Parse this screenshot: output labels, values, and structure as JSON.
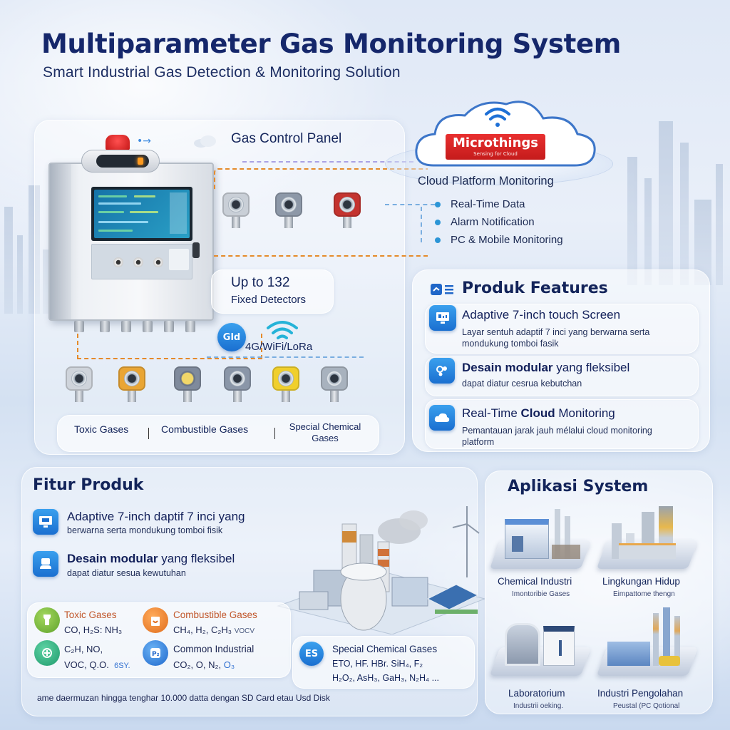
{
  "header": {
    "title": "Multiparameter Gas Monitoring System",
    "subtitle": "Smart Industrial Gas Detection & Monitoring Solution"
  },
  "control_panel": {
    "label": "Gas Control Panel",
    "detector_count_title": "Up to 132",
    "detector_count_sub": "Fixed Detectors",
    "connectivity": "4G/WiFi/LoRa",
    "gas_categories": [
      "Toxic Gases",
      "Combustible Gases",
      "Special Chemical Gases"
    ]
  },
  "cloud": {
    "brand": "Microthings",
    "brand_tagline": "Sensing for Cloud",
    "title": "Cloud Platform Monitoring",
    "bullets": [
      "Real-Time Data",
      "Alarm Notification",
      "PC & Mobile Monitoring"
    ]
  },
  "features_panel": {
    "title": "Produk Features",
    "items": [
      {
        "icon": "touchscreen-icon",
        "title": "Adaptive 7-inch touch Screen",
        "desc": "Layar sentuh adaptif 7 inci yang berwarna serta mondukung tomboi fasik"
      },
      {
        "icon": "modular-icon",
        "title_bold": "Desain modular",
        "title_rest": " yang fleksibel",
        "desc": "dapat diatur cesrua kebutchan"
      },
      {
        "icon": "cloud-icon",
        "title_pre": "Real-Time ",
        "title_bold": "Cloud",
        "title_rest": " Monitoring",
        "desc": "Pemantauan jarak jauh mélalui cloud monitoring platform"
      }
    ]
  },
  "fitur_produk": {
    "title": "Fitur Produk",
    "items": [
      {
        "title_bold": "Adaptive 7-inch daptif 7",
        "title_rest": " inci yang",
        "desc": "berwarna serta mondukung tomboi fisik"
      },
      {
        "title_bold": "Desain modular",
        "title_rest": " yang fleksibel",
        "desc": "dapat diatur sesua kewutuhan"
      }
    ],
    "gas_groups": [
      {
        "name": "Toxic Gases",
        "gases": "CO,  H₂S: NH₃",
        "color": "#7cc242"
      },
      {
        "name": "Combustible Gases",
        "gases": "CH₄,  H₂,  C₂H₃",
        "extra": "VOCV",
        "color": "#f08a2c"
      },
      {
        "name": "",
        "gases_line1": "C₂H,  NO,",
        "gases_line2": "VOC,  Q.O.",
        "extra": "6SY.",
        "color": "#27b07e"
      },
      {
        "name": "Common Industrial",
        "gases": "CO₂,  O,  N₂,",
        "extra": "O₃",
        "color": "#3a8ee6"
      }
    ],
    "special": {
      "badge": "ES",
      "name": "Special Chemical Gases",
      "line1": "ETO,   HF.   HBr.  SiH₄,   F₂",
      "line2": "H₂O₂,  AsH₃, GaH₃,  N₂H₄ ..."
    },
    "footer_note": "ame daermuzan hingga tenghar 10.000 datta dengan SD Card etau Usd Disk"
  },
  "aplikasi": {
    "title": "Aplikasi System",
    "items": [
      {
        "name": "Chemical Industri",
        "sub": "Imontoribie Gases"
      },
      {
        "name": "Lingkungan Hidup",
        "sub": "Eimpattome thengn"
      },
      {
        "name": "Laboratorium",
        "sub": "Industrii oeking."
      },
      {
        "name": "Industri Pengolahan",
        "sub": "Peustal (PC Qotional"
      }
    ]
  },
  "colors": {
    "title": "#15276b",
    "accent_blue": "#1a6fd0",
    "brand_red": "#d42222",
    "connector_orange": "#e58a2a"
  }
}
